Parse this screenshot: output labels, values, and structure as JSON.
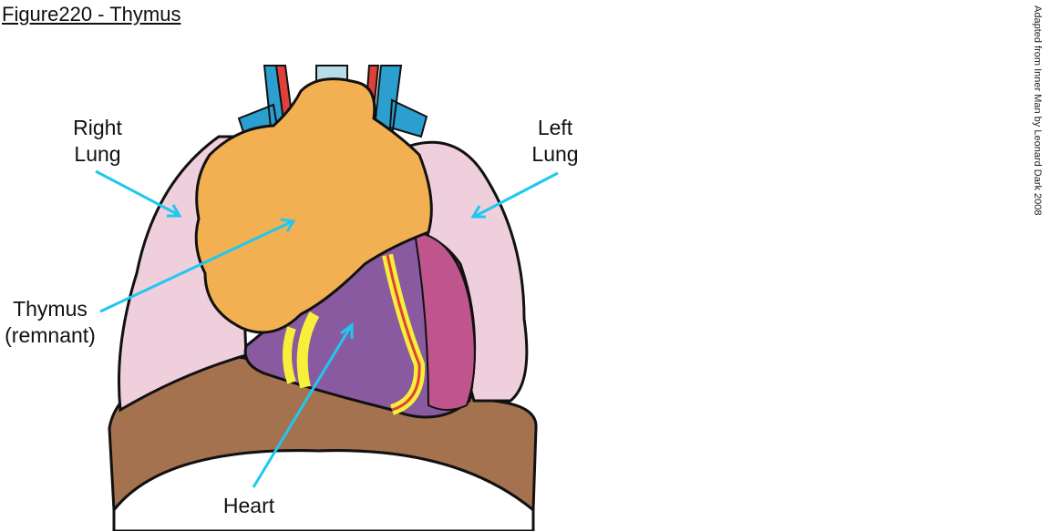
{
  "title": "Figure220 - Thymus",
  "credit": "Adapted from Inner Man by Leonard Dark 2008",
  "labels": {
    "right_lung": [
      "Right",
      "Lung"
    ],
    "left_lung": [
      "Left",
      "Lung"
    ],
    "thymus": [
      "Thymus",
      "(remnant)"
    ],
    "heart": "Heart"
  },
  "colors": {
    "arrow": "#1ec8f0",
    "thymus": "#f2b052",
    "lung": "#efcfdc",
    "heart": "#8a5aa0",
    "heart_right": "#c0558e",
    "diaphragm": "#a4724f",
    "vessel_blue": "#2a9fd0",
    "vessel_red": "#e0403a",
    "coronary_yellow": "#f7ef3a"
  }
}
